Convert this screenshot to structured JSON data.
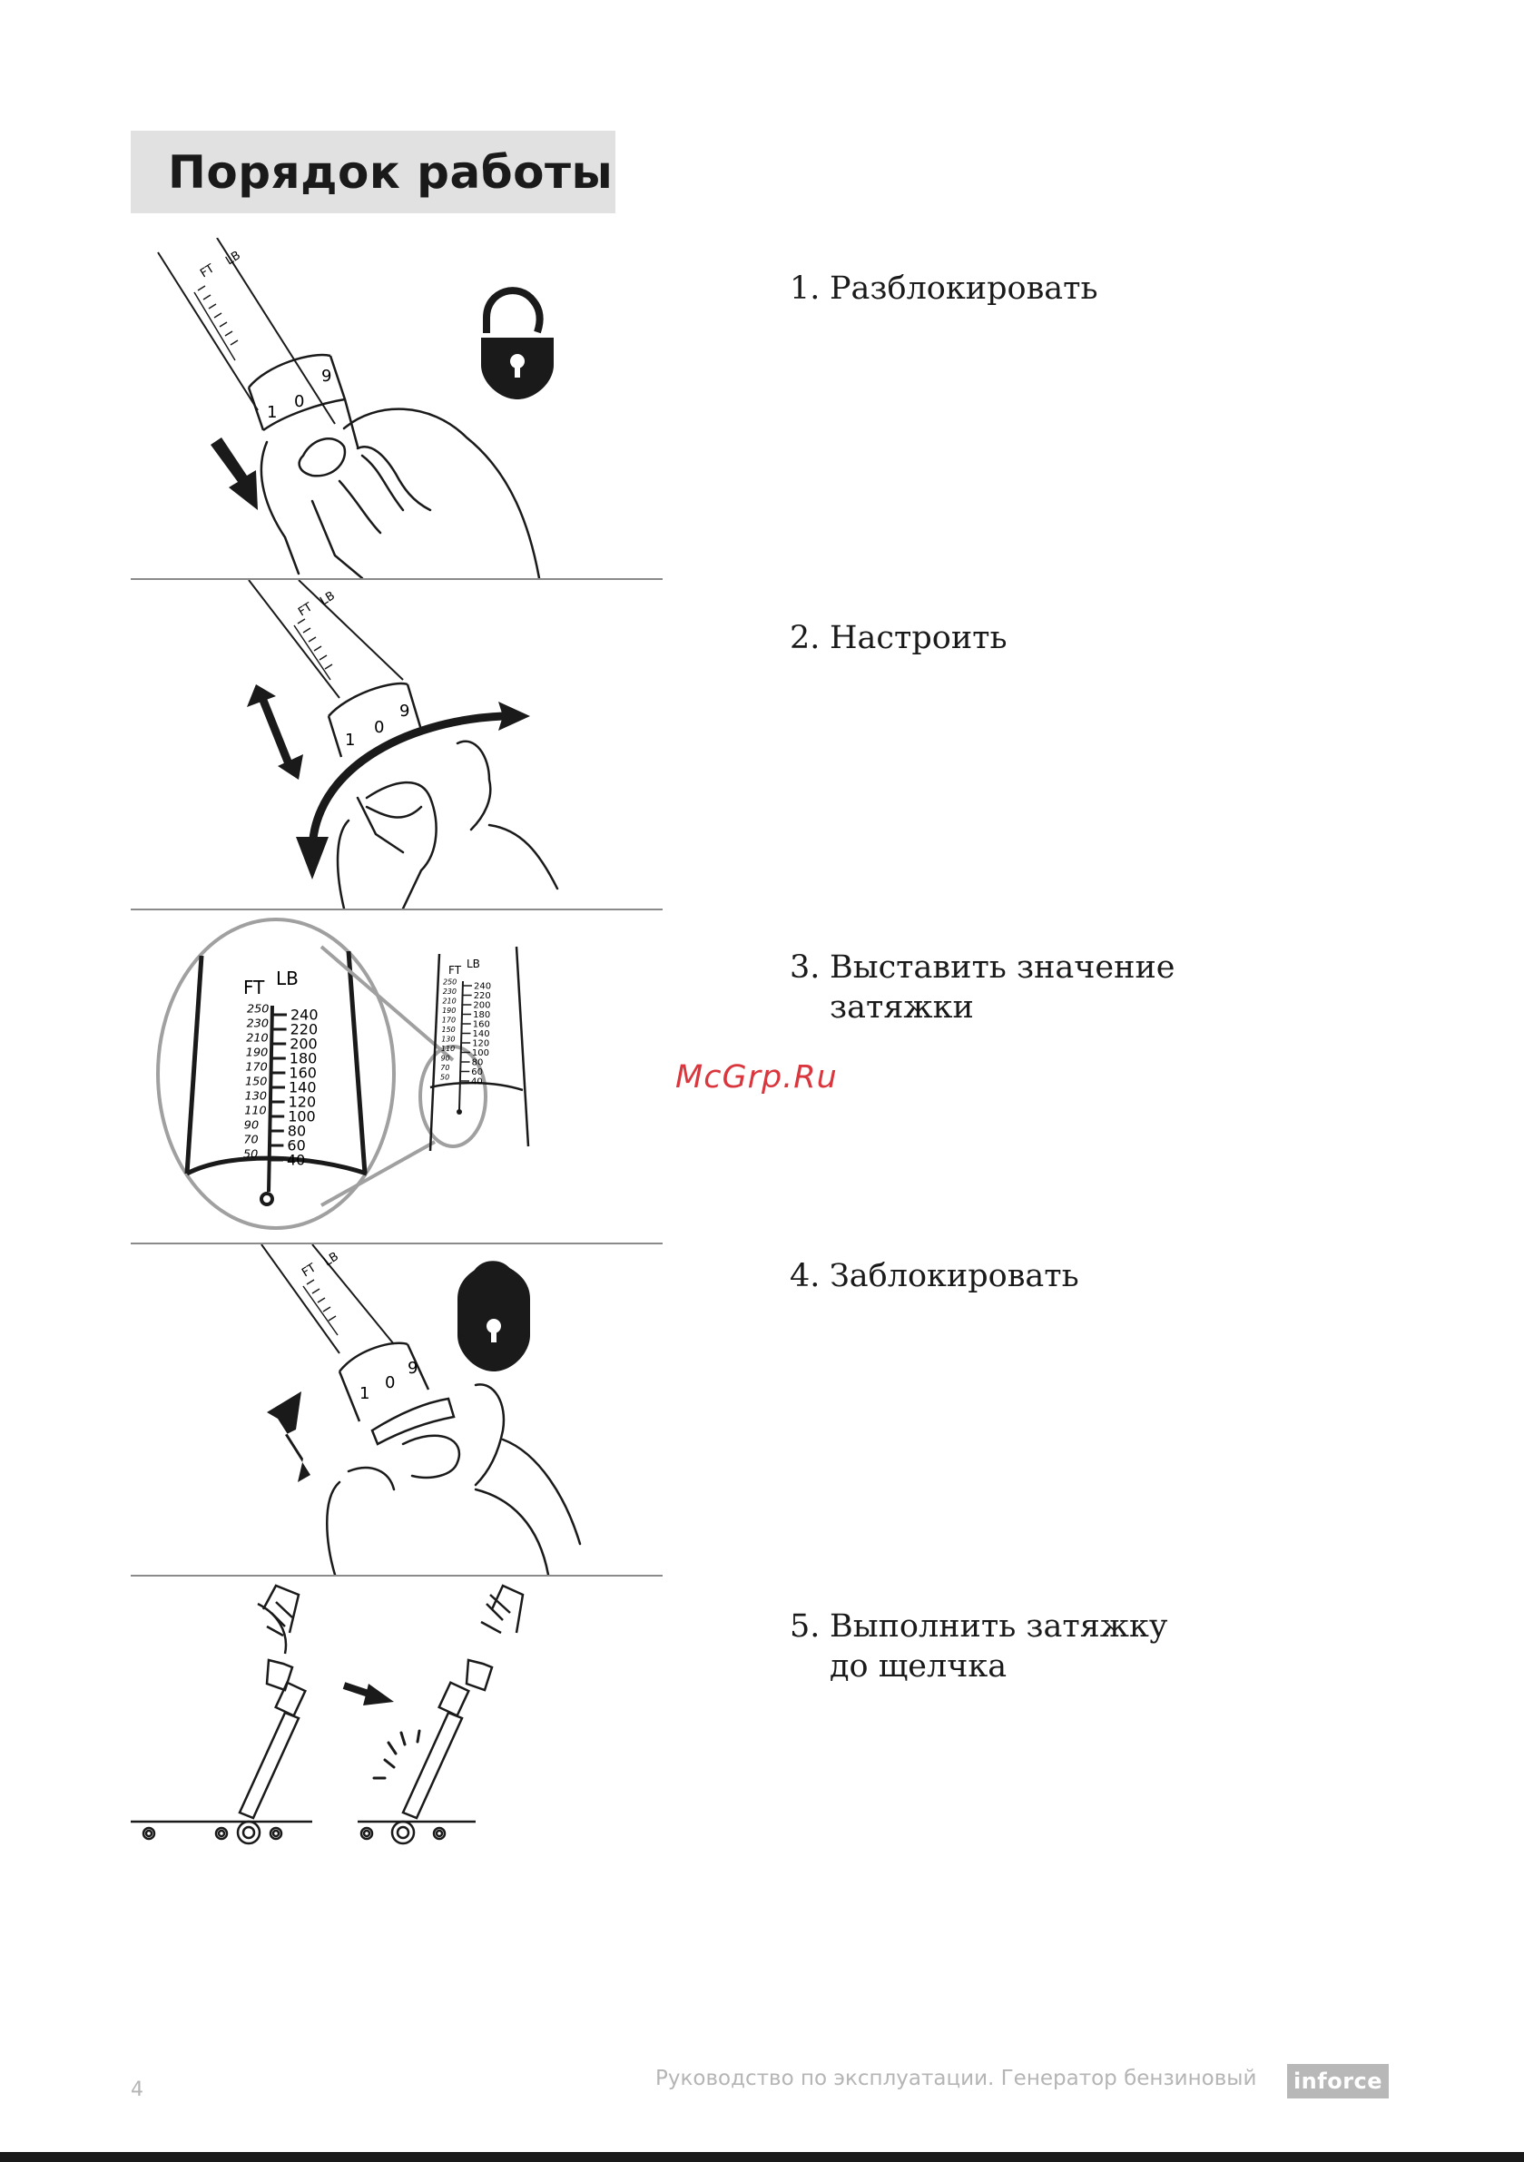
{
  "title": "Порядок работы",
  "steps": [
    {
      "num": "1.",
      "line1": "Разблокировать",
      "line2": ""
    },
    {
      "num": "2.",
      "line1": "Настроить",
      "line2": ""
    },
    {
      "num": "3.",
      "line1": "Выставить значение",
      "line2": "затяжки"
    },
    {
      "num": "4.",
      "line1": "Заблокировать",
      "line2": ""
    },
    {
      "num": "5.",
      "line1": "Выполнить затяжку",
      "line2": "до щелчка"
    }
  ],
  "scale": {
    "ft": "FT",
    "lb": "LB",
    "ft_values": [
      "250",
      "230",
      "210",
      "190",
      "170",
      "150",
      "130",
      "110",
      "90",
      "70",
      "50"
    ],
    "lb_values": [
      "240",
      "220",
      "200",
      "180",
      "160",
      "140",
      "120",
      "100",
      "80",
      "60",
      "40"
    ],
    "dial": [
      "1",
      "0",
      "9"
    ]
  },
  "watermark": "McGrp.Ru",
  "footer": {
    "page": "4",
    "text": "Руководство по эксплуатации. Генератор бензиновый",
    "logo": "inforce"
  },
  "colors": {
    "watermark": "#d9363e",
    "title_bg": "#e1e1e1",
    "footer": "#b5b5b5"
  }
}
